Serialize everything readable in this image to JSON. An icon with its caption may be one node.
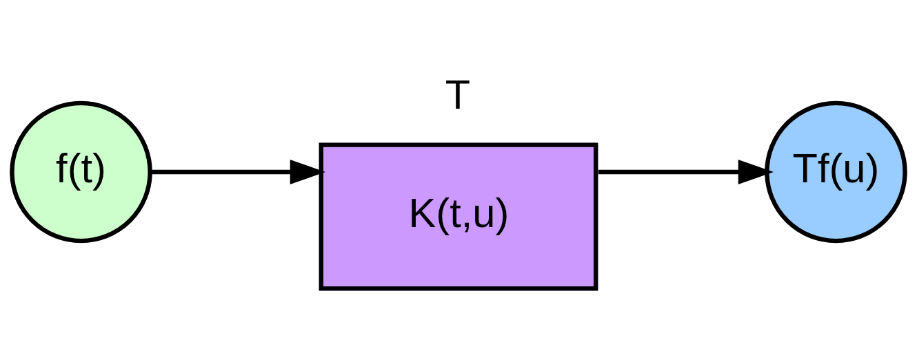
{
  "diagram": {
    "nodes": [
      {
        "text": [
          "f(t)"
        ]
      },
      {
        "text": [
          "T",
          "K(t,u)"
        ]
      },
      {
        "text": [
          "Tf(u)"
        ]
      }
    ],
    "edges": [
      {
        "from": 0,
        "to": 1,
        "arrow": "to"
      },
      {
        "from": 1,
        "to": 2,
        "arrow": "to"
      }
    ]
  }
}
